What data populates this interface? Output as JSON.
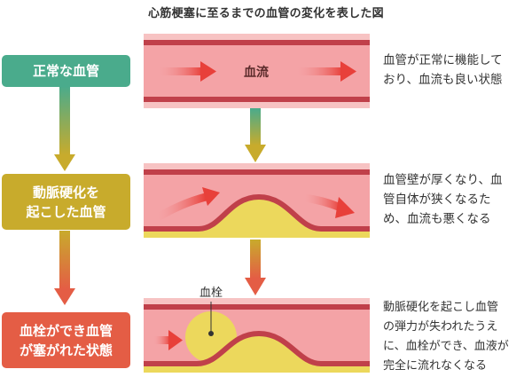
{
  "title": "心筋梗塞に至るまでの血管の変化を表した図",
  "stages": [
    {
      "label": "正常な血管",
      "color": "#4aab8c",
      "description": "血管が正常に機能して\nおり、血流も良い状態"
    },
    {
      "label": "動脈硬化を\n起こした血管",
      "color": "#c8ab2c",
      "description": "血管壁が厚くなり、血\n管自体が狭くなるた\nめ、血流も悪くなる"
    },
    {
      "label": "血栓ができ血管\nが塞がれた状態",
      "color": "#e45d45",
      "description": "動脈硬化を起こし血管\nの弾力が失われたうえ\nに、血栓ができ、血液が\n完全に流れなくなる"
    }
  ],
  "annotations": {
    "blood_flow": "血流",
    "thrombus": "血栓"
  },
  "colors": {
    "vessel_wall": "#c0404a",
    "vessel_lumen": "#f4a3a6",
    "vessel_outer": "#f7c3c3",
    "plaque": "#ecd85c",
    "flow_arrow": "#e8403a",
    "connector_green": "#4aab8c",
    "connector_mustard": "#c8ab2c",
    "connector_red": "#e45d45"
  }
}
